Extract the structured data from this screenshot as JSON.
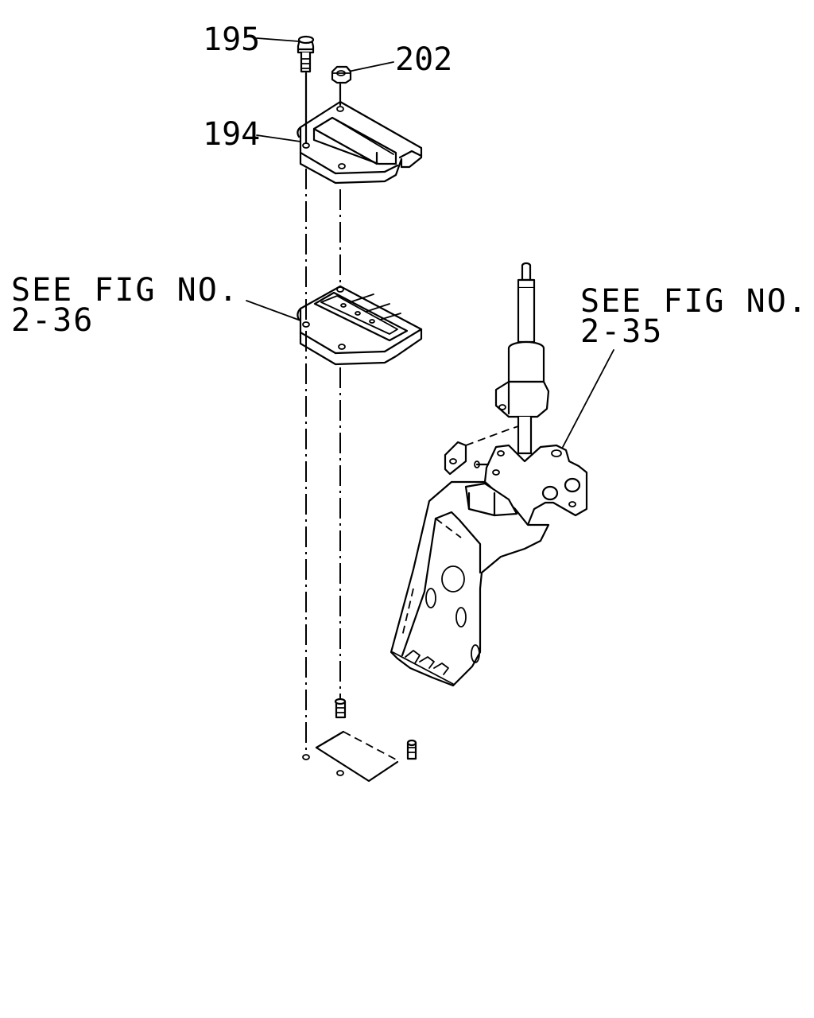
{
  "callouts": {
    "part_195": "195",
    "part_202": "202",
    "part_194": "194"
  },
  "references": {
    "fig_2_36": {
      "line1": "SEE FIG NO.",
      "line2": "2-36"
    },
    "fig_2_35": {
      "line1": "SEE FIG NO.",
      "line2": "2-35"
    }
  }
}
